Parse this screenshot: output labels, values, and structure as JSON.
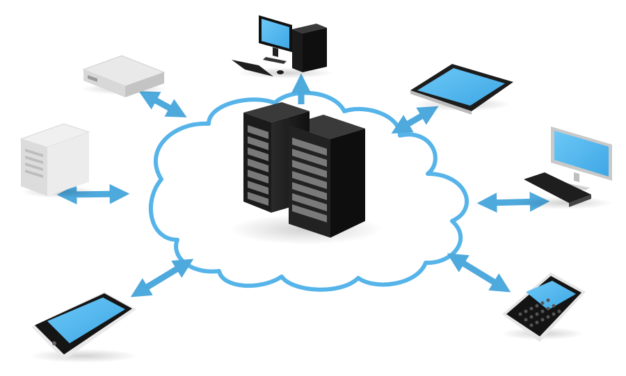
{
  "colors": {
    "cloud_outline": "#56b4e9",
    "arrow": "#4ea9dc",
    "screen": "#52b9f0",
    "server_rack": "#1a1a1a",
    "device_white": "#f2f2f2",
    "device_dark": "#222222"
  },
  "diagram": {
    "center": {
      "icon": "server-rack-icon"
    },
    "nodes": [
      {
        "id": "desktop-pc",
        "icon": "desktop-computer-icon"
      },
      {
        "id": "tablet",
        "icon": "tablet-icon"
      },
      {
        "id": "monitor-keyboard",
        "icon": "monitor-keyboard-icon"
      },
      {
        "id": "blackberry-phone",
        "icon": "qwerty-phone-icon"
      },
      {
        "id": "touch-phone",
        "icon": "smartphone-icon"
      },
      {
        "id": "tower-server",
        "icon": "tower-server-icon"
      },
      {
        "id": "rack-unit",
        "icon": "rack-unit-server-icon"
      }
    ]
  }
}
